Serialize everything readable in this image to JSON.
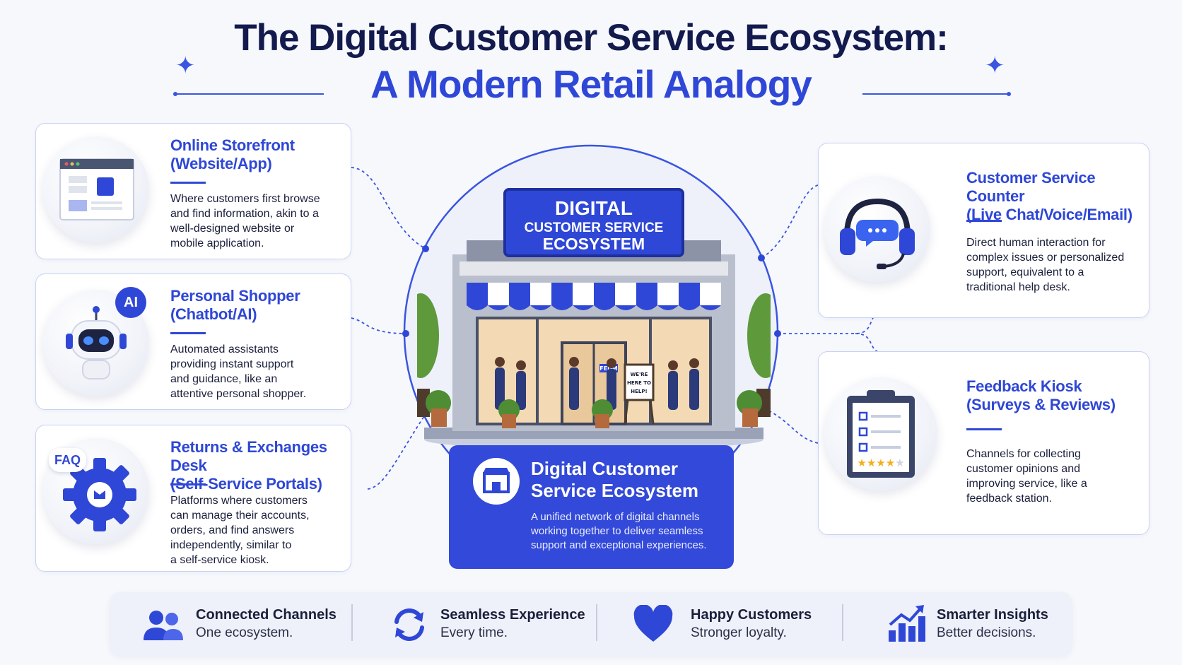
{
  "title": {
    "line1": "The Digital Customer Service Ecosystem:",
    "line2": "A Modern Retail Analogy"
  },
  "left_cards": [
    {
      "title_line1": "Online Storefront",
      "title_line2": "(Website/App)",
      "desc": [
        "Where customers first browse",
        "and find information, akin to a",
        "well-designed website or",
        "mobile application."
      ],
      "icon": "browser-window-icon"
    },
    {
      "title_line1": "Personal Shopper",
      "title_line2": "(Chatbot/AI)",
      "desc": [
        "Automated assistants",
        "providing instant support",
        "and guidance, like an",
        "attentive personal shopper."
      ],
      "icon": "robot-icon",
      "badge": "AI"
    },
    {
      "title_line1": "Returns & Exchanges Desk",
      "title_line2": "(Self-Service Portals)",
      "desc": [
        "Platforms where customers",
        "can manage their accounts,",
        "orders, and find answers",
        "independently, similar to",
        "a self-service kiosk."
      ],
      "icon": "gear-icon",
      "badge": "FAQ"
    }
  ],
  "right_cards": [
    {
      "title_line1": "Customer Service Counter",
      "title_line2": "(Live Chat/Voice/Email)",
      "desc": [
        "Direct human interaction for",
        "complex issues or personalized",
        "support, equivalent to a",
        "traditional help desk."
      ],
      "icon": "headset-icon"
    },
    {
      "title_line1": "Feedback Kiosk",
      "title_line2": "(Surveys & Reviews)",
      "desc": [
        "Channels for collecting",
        "customer opinions and",
        "improving service, like a",
        "feedback station."
      ],
      "icon": "clipboard-icon"
    }
  ],
  "storefront": {
    "sign_line1": "DIGITAL",
    "sign_line2": "CUSTOMER SERVICE",
    "sign_line3": "ECOSYSTEM",
    "door_sign": "FEDM",
    "easel_line1": "WE'RE",
    "easel_line2": "HERE TO",
    "easel_line3": "HELP!"
  },
  "center": {
    "title_line1": "Digital Customer",
    "title_line2": "Service Ecosystem",
    "desc": [
      "A unified network of digital channels",
      "working together to deliver seamless",
      "support and exceptional experiences."
    ]
  },
  "bottom": [
    {
      "title": "Connected Channels",
      "sub": "One ecosystem.",
      "icon": "users-icon"
    },
    {
      "title": "Seamless Experience",
      "sub": "Every time.",
      "icon": "sync-icon"
    },
    {
      "title": "Happy Customers",
      "sub": "Stronger loyalty.",
      "icon": "heart-icon"
    },
    {
      "title": "Smarter Insights",
      "sub": "Better decisions.",
      "icon": "chart-icon"
    }
  ],
  "colors": {
    "primary": "#2f47d6",
    "navy": "#131a4d",
    "card_border": "#c9d2f3",
    "background": "#f7f8fc"
  }
}
